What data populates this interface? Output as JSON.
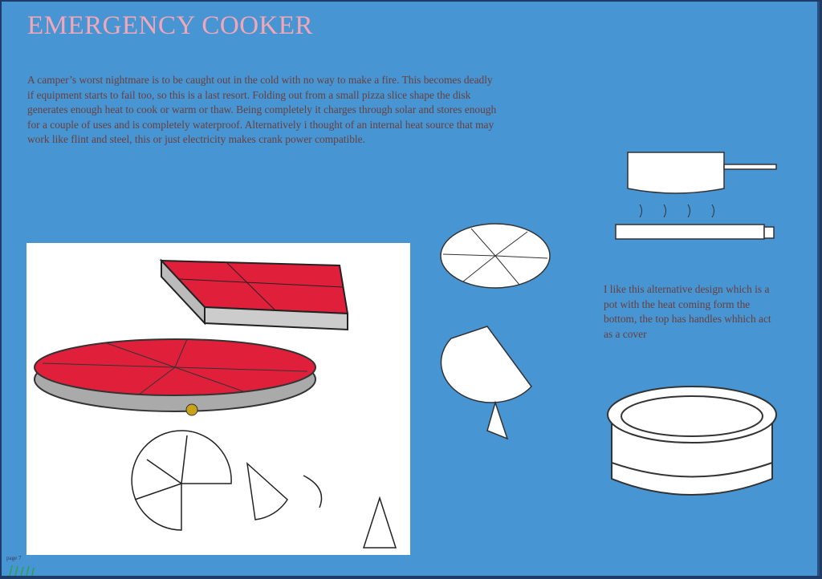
{
  "title": "EMERGENCY COOKER",
  "description": "A camper’s worst nightmare is to be caught out in the cold with no way to make a fire. This becomes deadly if equipment starts to fail too, so this is a last resort. Folding out from a small pizza slice shape the disk generates enough heat to cook or warm or thaw. Being completely it charges through solar and stores enough for a couple of uses and is completely waterproof. Alternatively i thought of an internal heat source that may work like flint and steel, this or just electricity makes crank power compatible.",
  "alt_design_note": "I like this alternative design which is a pot with the heat coming form the bottom, the top has handles whhich act as a cover",
  "page_label": "page 7",
  "colors": {
    "background": "#4795d3",
    "title": "#f2a7b8",
    "text": "#6a3f3c",
    "accent_red": "#e0203a"
  }
}
